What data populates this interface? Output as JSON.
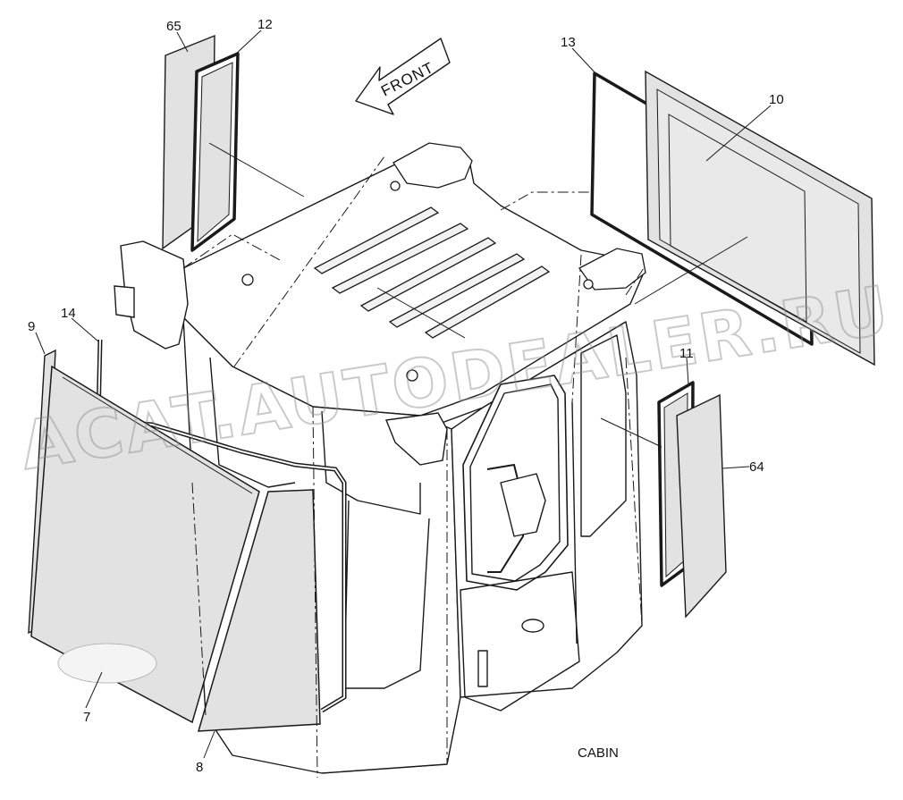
{
  "diagram": {
    "caption": "CABIN",
    "arrow_label": "FRONT",
    "watermark": "ACAT.AUTODEALER.RU",
    "callouts": {
      "c65": "65",
      "c12": "12",
      "c13": "13",
      "c10": "10",
      "c9": "9",
      "c14": "14",
      "c11": "11",
      "c64": "64",
      "c7": "7",
      "c8": "8"
    },
    "colors": {
      "line": "#1a1a1a",
      "glass_fill": "#e2e2e2",
      "background": "#ffffff"
    }
  }
}
